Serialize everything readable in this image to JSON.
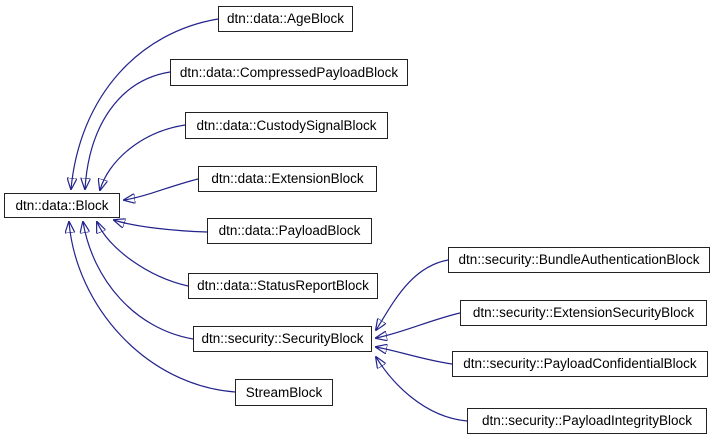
{
  "diagram": {
    "type": "inheritance-graph",
    "colors": {
      "background": "#ffffff",
      "edge": "#23238c",
      "node_border": "#222222",
      "node_fill": "#ffffff",
      "node_text": "#000000"
    },
    "nodes": [
      {
        "id": "block",
        "label": "dtn::data::Block"
      },
      {
        "id": "age-block",
        "label": "dtn::data::AgeBlock"
      },
      {
        "id": "compressed-payload-block",
        "label": "dtn::data::CompressedPayloadBlock"
      },
      {
        "id": "custody-signal-block",
        "label": "dtn::data::CustodySignalBlock"
      },
      {
        "id": "extension-block",
        "label": "dtn::data::ExtensionBlock"
      },
      {
        "id": "payload-block",
        "label": "dtn::data::PayloadBlock"
      },
      {
        "id": "status-report-block",
        "label": "dtn::data::StatusReportBlock"
      },
      {
        "id": "security-block",
        "label": "dtn::security::SecurityBlock"
      },
      {
        "id": "stream-block",
        "label": "StreamBlock"
      },
      {
        "id": "bundle-authentication-block",
        "label": "dtn::security::BundleAuthenticationBlock"
      },
      {
        "id": "extension-security-block",
        "label": "dtn::security::ExtensionSecurityBlock"
      },
      {
        "id": "payload-confidential-block",
        "label": "dtn::security::PayloadConfidentialBlock"
      },
      {
        "id": "payload-integrity-block",
        "label": "dtn::security::PayloadIntegrityBlock"
      }
    ],
    "edges": [
      {
        "from": "dtn::data::AgeBlock",
        "to": "dtn::data::Block"
      },
      {
        "from": "dtn::data::CompressedPayloadBlock",
        "to": "dtn::data::Block"
      },
      {
        "from": "dtn::data::CustodySignalBlock",
        "to": "dtn::data::Block"
      },
      {
        "from": "dtn::data::ExtensionBlock",
        "to": "dtn::data::Block"
      },
      {
        "from": "dtn::data::PayloadBlock",
        "to": "dtn::data::Block"
      },
      {
        "from": "dtn::data::StatusReportBlock",
        "to": "dtn::data::Block"
      },
      {
        "from": "dtn::security::SecurityBlock",
        "to": "dtn::data::Block"
      },
      {
        "from": "StreamBlock",
        "to": "dtn::data::Block"
      },
      {
        "from": "dtn::security::BundleAuthenticationBlock",
        "to": "dtn::security::SecurityBlock"
      },
      {
        "from": "dtn::security::ExtensionSecurityBlock",
        "to": "dtn::security::SecurityBlock"
      },
      {
        "from": "dtn::security::PayloadConfidentialBlock",
        "to": "dtn::security::SecurityBlock"
      },
      {
        "from": "dtn::security::PayloadIntegrityBlock",
        "to": "dtn::security::SecurityBlock"
      }
    ]
  }
}
